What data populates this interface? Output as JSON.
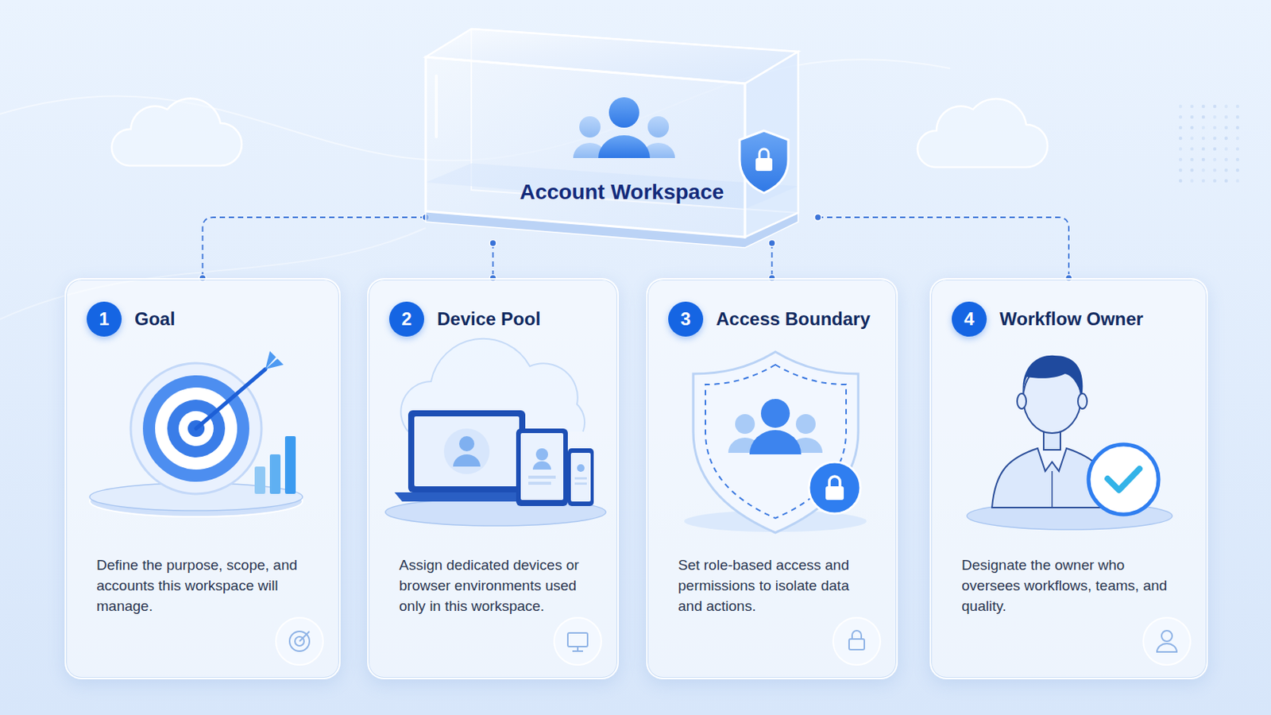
{
  "diagram": {
    "nodes": [
      {
        "text": [
          "Account Workspace"
        ]
      },
      {
        "text": [
          "1",
          "Goal",
          "Define the purpose, scope, and accounts this workspace will manage."
        ]
      },
      {
        "text": [
          "2",
          "Device Pool",
          "Assign dedicated devices or browser environments used only in this workspace."
        ]
      },
      {
        "text": [
          "3",
          "Access Boundary",
          "Set role-based access and permissions to isolate data and actions."
        ]
      },
      {
        "text": [
          "4",
          "Workflow Owner",
          "Designate the owner who oversees workflows, teams, and quality."
        ]
      }
    ],
    "edges": [
      {
        "from": 0,
        "to": 1,
        "arrow": "none"
      },
      {
        "from": 0,
        "to": 2,
        "arrow": "none"
      },
      {
        "from": 0,
        "to": 3,
        "arrow": "none"
      },
      {
        "from": 0,
        "to": 4,
        "arrow": "none"
      }
    ]
  }
}
